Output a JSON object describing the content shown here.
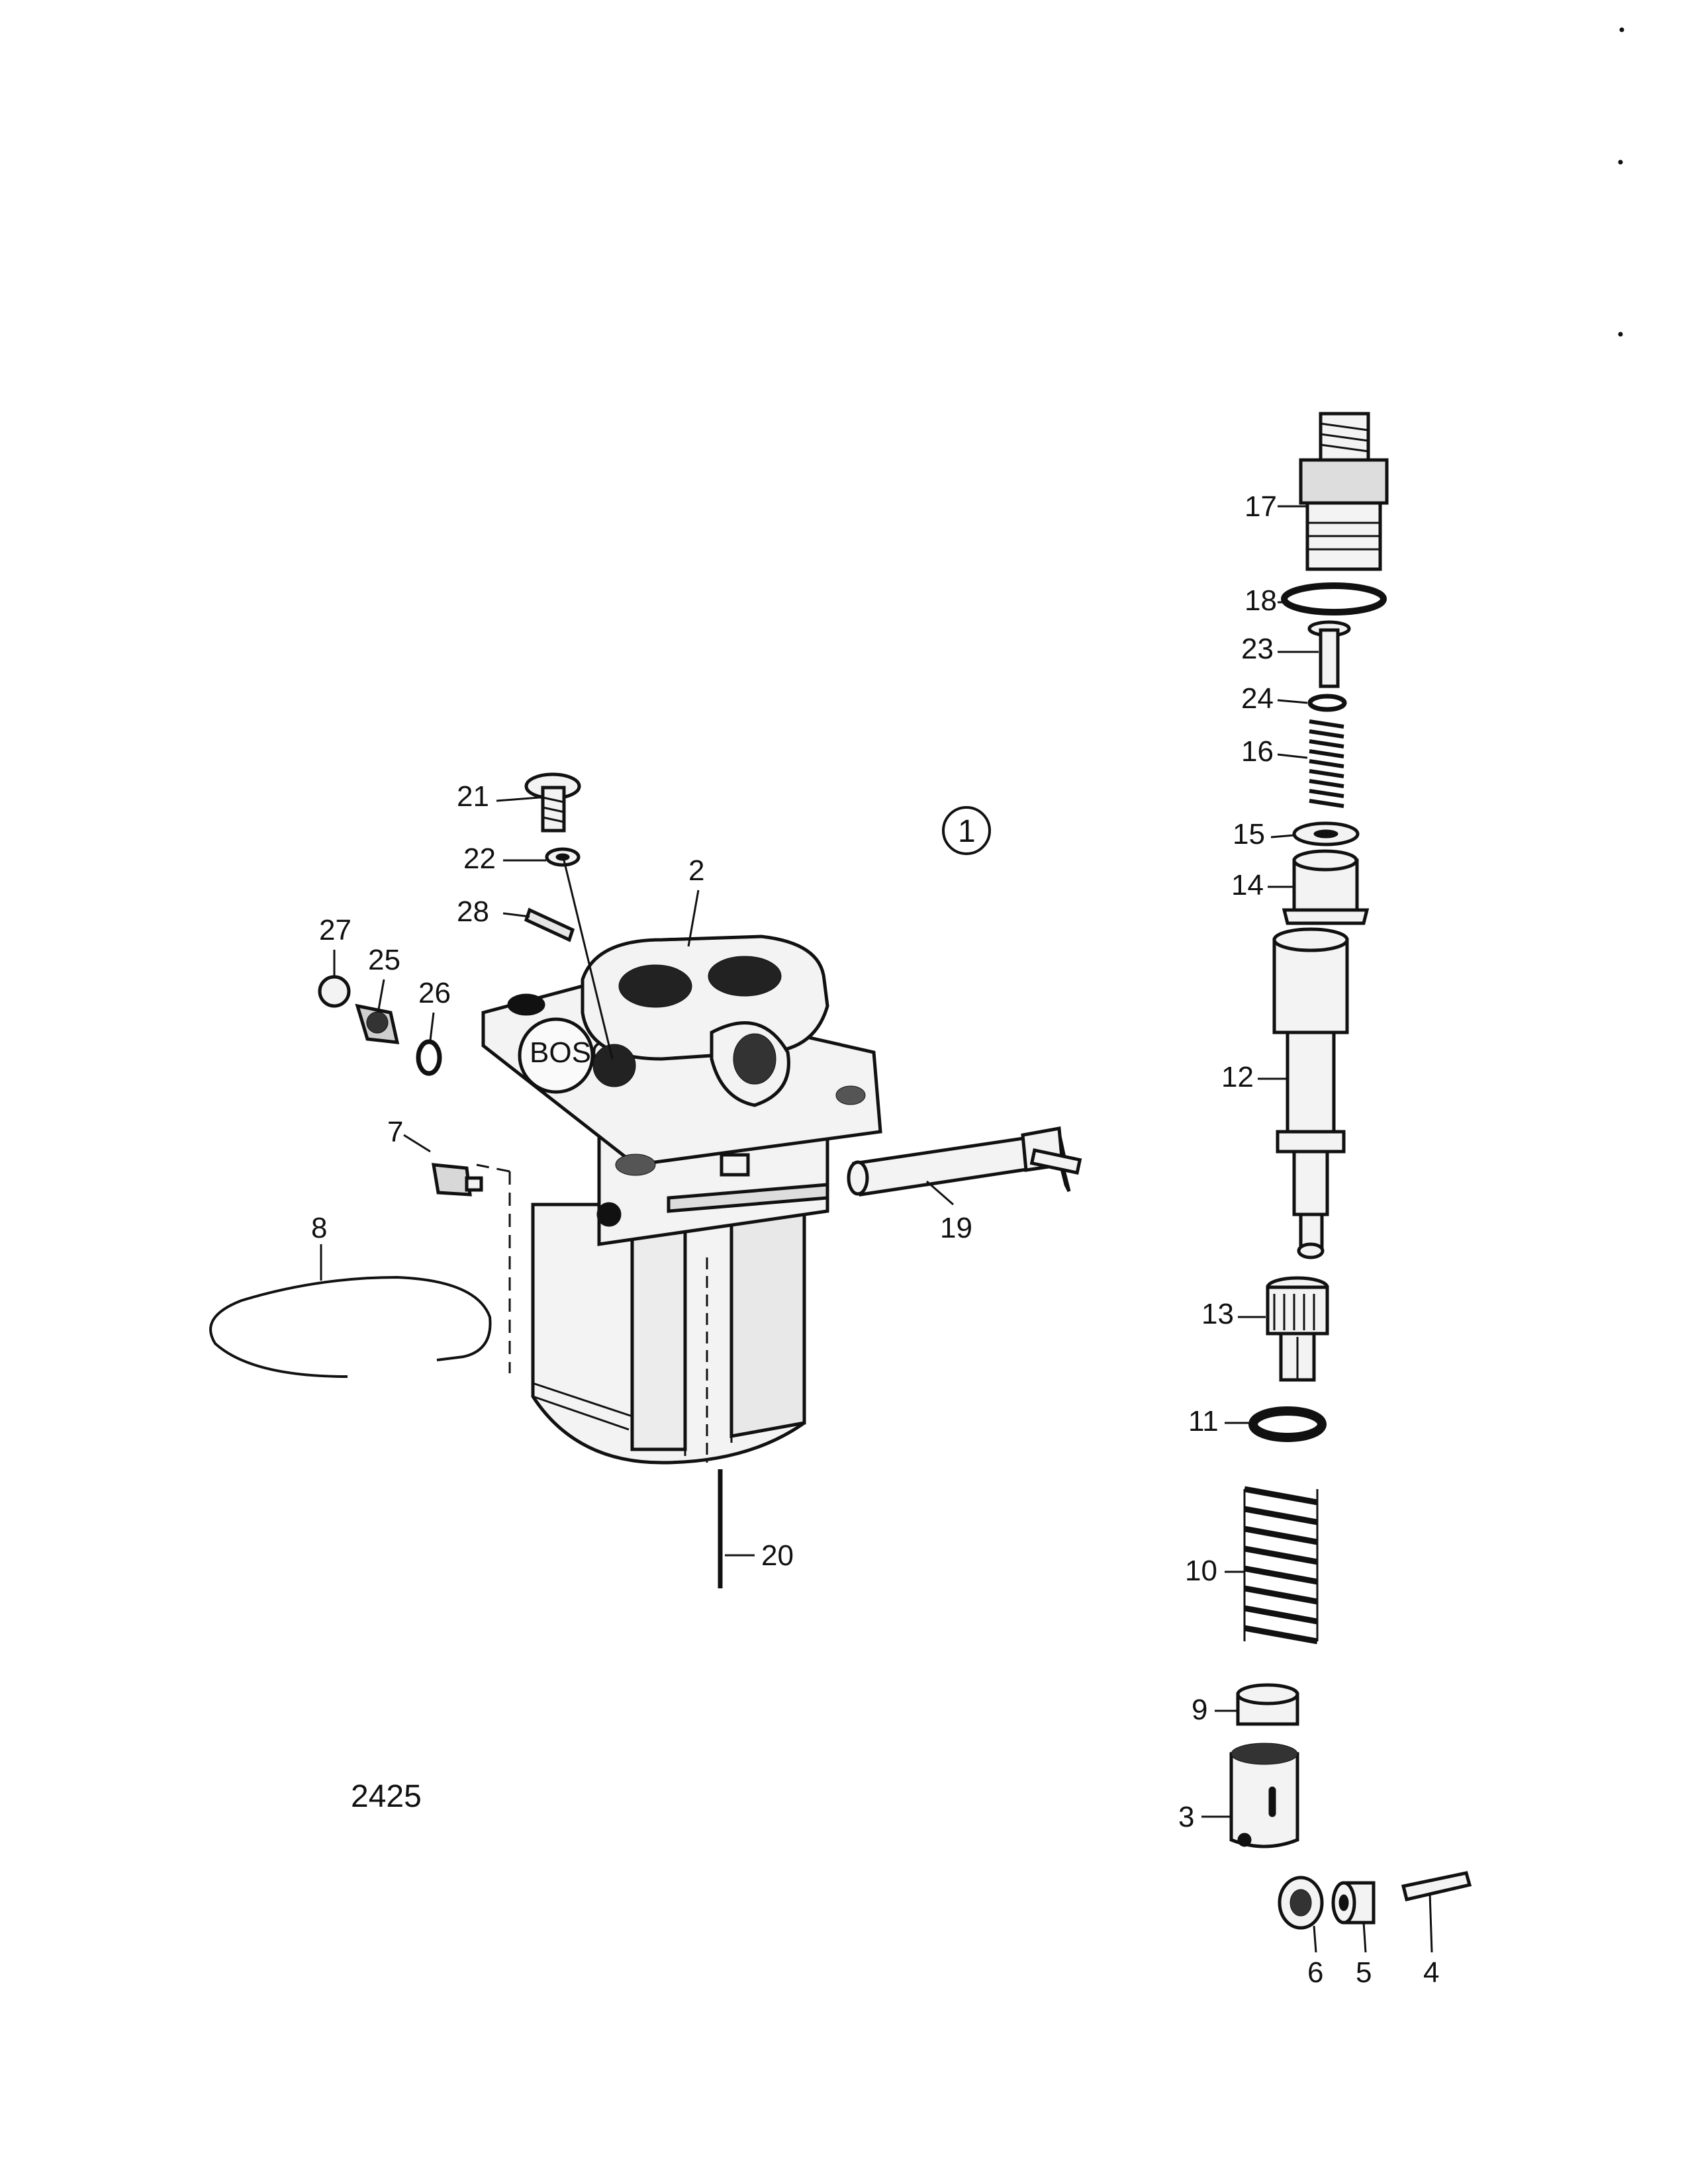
{
  "figure": {
    "figure_number": "2425",
    "assembly_callout": "1",
    "labels": {
      "p2": "2",
      "p3": "3",
      "p4": "4",
      "p5": "5",
      "p6": "6",
      "p7": "7",
      "p8": "8",
      "p9": "9",
      "p10": "10",
      "p11": "11",
      "p12": "12",
      "p13": "13",
      "p14": "14",
      "p15": "15",
      "p16": "16",
      "p17": "17",
      "p18": "18",
      "p19": "19",
      "p20": "20",
      "p21": "21",
      "p22": "22",
      "p23": "23",
      "p24": "24",
      "p25": "25",
      "p26": "26",
      "p27": "27",
      "p28": "28"
    },
    "stamp_text": "BOSCH"
  }
}
